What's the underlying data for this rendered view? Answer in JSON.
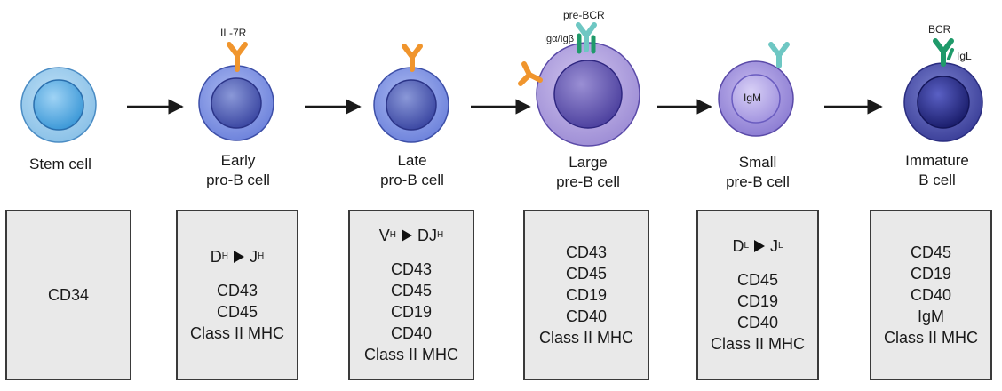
{
  "colors": {
    "arrow": "#1a1a1a",
    "receptor_orange": "#f0952d",
    "receptor_teal": "#6ec7c3",
    "receptor_green": "#1f9a6a",
    "box_fill": "#e9e9e9"
  },
  "stages": [
    {
      "label_lines": [
        "Stem cell"
      ],
      "markers": [
        "CD34"
      ]
    },
    {
      "label_lines": [
        "Early",
        "pro-B cell"
      ],
      "receptor_label": "IL-7R",
      "rearrangement": {
        "left": "D",
        "left_sub": "H",
        "right": "J",
        "right_sub": "H"
      },
      "markers": [
        "CD43",
        "CD45",
        "Class II MHC"
      ]
    },
    {
      "label_lines": [
        "Late",
        "pro-B cell"
      ],
      "rearrangement": {
        "left": "V",
        "left_sub": "H",
        "right": "DJ",
        "right_sub": "H"
      },
      "markers": [
        "CD43",
        "CD45",
        "CD19",
        "CD40",
        "Class II MHC"
      ]
    },
    {
      "label_lines": [
        "Large",
        "pre-B cell"
      ],
      "receptor_label": "pre-BCR",
      "receptor_sub_label": "Igα/Igβ",
      "markers": [
        "CD43",
        "CD45",
        "CD19",
        "CD40",
        "Class II MHC"
      ]
    },
    {
      "label_lines": [
        "Small",
        "pre-B cell"
      ],
      "inner_label": "IgM",
      "rearrangement": {
        "left": "D",
        "left_sub": "L",
        "right": "J",
        "right_sub": "L"
      },
      "markers": [
        "CD45",
        "CD19",
        "CD40",
        "Class II MHC"
      ]
    },
    {
      "label_lines": [
        "Immature",
        "B cell"
      ],
      "receptor_label": "BCR",
      "receptor_sub_label": "IgL",
      "markers": [
        "CD45",
        "CD19",
        "CD40",
        "IgM",
        "Class II MHC"
      ]
    }
  ]
}
